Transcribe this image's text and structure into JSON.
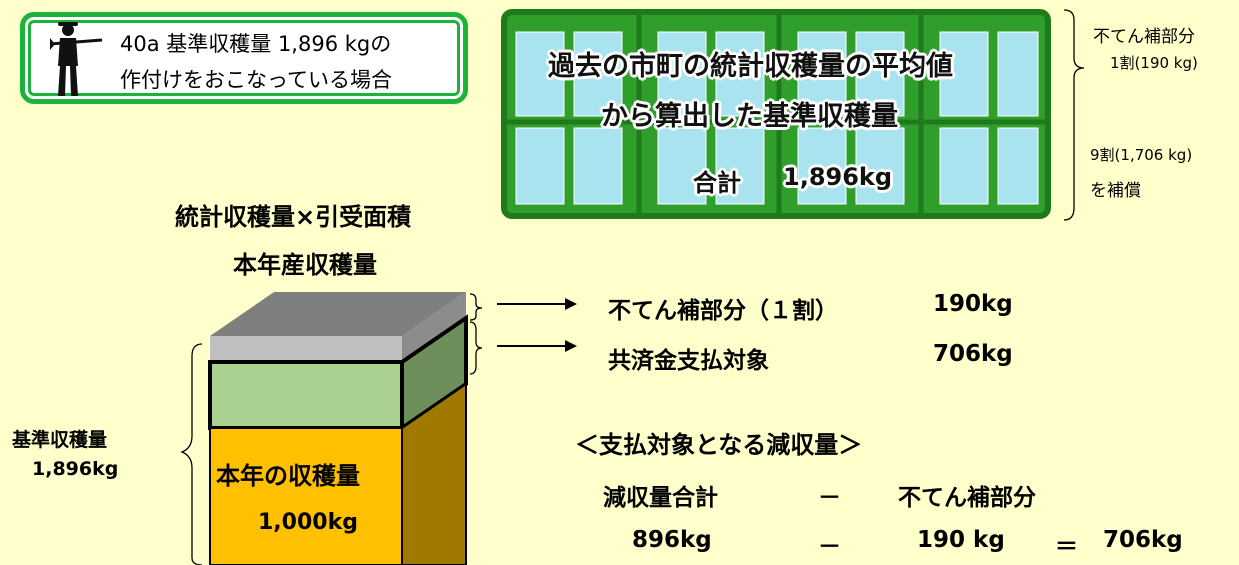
{
  "case": {
    "line1": "40a 基準収穫量 1,896 kgの",
    "line2": "作付けをおこなっている場合"
  },
  "field": {
    "line1": "過去の市町の統計収穫量の平均値",
    "line2": "から算出した基準収穫量",
    "total_label": "合計",
    "total_value": "1,896kg"
  },
  "side_notes": {
    "top_line1": "不てん補部分",
    "top_line2": "1割(190 kg)",
    "bottom_line1": "9割(1,706 kg)",
    "bottom_line2": "を補償"
  },
  "diagram": {
    "calc_title": "統計収穫量×引受面積",
    "this_year_title": "本年産収穫量",
    "row1_label": "不てん補部分（１割）",
    "row1_value": "190kg",
    "row2_label": "共済金支払対象",
    "row2_value": "706kg",
    "standard_label": "基準収穫量",
    "standard_value": "1,896kg",
    "inner_label": "本年の収穫量",
    "inner_value": "1,000kg"
  },
  "reduction": {
    "title": "＜支払対象となる減収量＞",
    "eq1_a": "減収量合計",
    "eq1_op": "－",
    "eq1_b": "不てん補部分",
    "eq2_a": "896kg",
    "eq2_op": "－",
    "eq2_b": "190 kg",
    "eq2_eq": "＝",
    "eq2_c": "706kg"
  },
  "colors": {
    "case_border": "#1db33a",
    "field_green": "#2f9e2a",
    "paddy": "#a9e3ef",
    "cap_gray": "#a6a6a6",
    "band_green": "#a9d08e",
    "harvest_orange": "#ffc000"
  }
}
